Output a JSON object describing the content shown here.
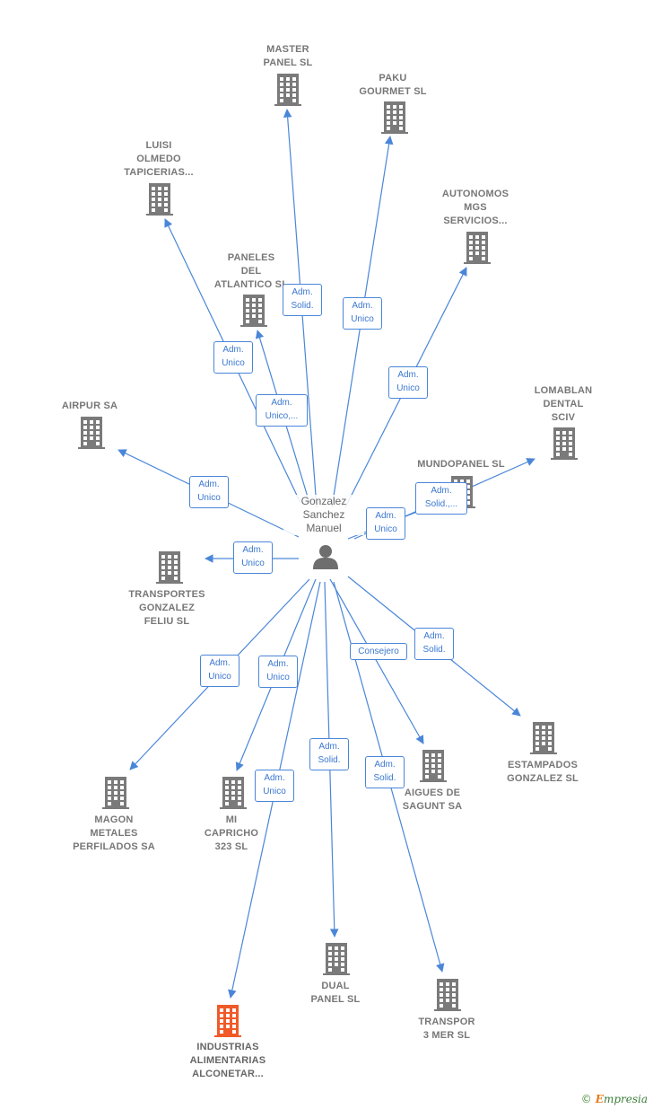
{
  "center": {
    "label": "Gonzalez\nSanchez\nManuel",
    "icon": "person-icon"
  },
  "colors": {
    "edge": "#4a86d8",
    "building": "#7a7a7a",
    "highlight": "#f05a28",
    "label": "#777777"
  },
  "nodes": [
    {
      "id": "master",
      "label": "MASTER\nPANEL SL",
      "highlight": false
    },
    {
      "id": "paku",
      "label": "PAKU\nGOURMET  SL",
      "highlight": false
    },
    {
      "id": "luisi",
      "label": "LUISI\nOLMEDO\nTAPICERIAS...",
      "highlight": false
    },
    {
      "id": "autonomos",
      "label": "AUTONOMOS\nMGS\nSERVICIOS...",
      "highlight": false
    },
    {
      "id": "paneles",
      "label": "PANELES\nDEL\nATLANTICO  SL",
      "highlight": false
    },
    {
      "id": "airpur",
      "label": "AIRPUR SA",
      "highlight": false
    },
    {
      "id": "lomablan",
      "label": "LOMABLAN\nDENTAL\nSCIV",
      "highlight": false
    },
    {
      "id": "mundopanel",
      "label": "MUNDOPANEL SL",
      "highlight": false
    },
    {
      "id": "transportes",
      "label": "TRANSPORTES\nGONZALEZ\nFELIU SL",
      "highlight": false
    },
    {
      "id": "estampados",
      "label": "ESTAMPADOS\nGONZALEZ SL",
      "highlight": false
    },
    {
      "id": "magon",
      "label": "MAGON\nMETALES\nPERFILADOS SA",
      "highlight": false
    },
    {
      "id": "micapricho",
      "label": "MI\nCAPRICHO\n323  SL",
      "highlight": false
    },
    {
      "id": "aigues",
      "label": "AIGUES DE\nSAGUNT SA",
      "highlight": false
    },
    {
      "id": "dual",
      "label": "DUAL\nPANEL SL",
      "highlight": false
    },
    {
      "id": "transpor3",
      "label": "TRANSPOR\n3 MER  SL",
      "highlight": false
    },
    {
      "id": "industrias",
      "label": "INDUSTRIAS\nALIMENTARIAS\nALCONETAR...",
      "highlight": true
    }
  ],
  "edges": [
    {
      "to": "master",
      "role": "Adm.\nSolid."
    },
    {
      "to": "paku",
      "role": "Adm.\nUnico"
    },
    {
      "to": "luisi",
      "role": "Adm.\nUnico"
    },
    {
      "to": "autonomos",
      "role": "Adm.\nUnico"
    },
    {
      "to": "paneles",
      "role": "Adm.\nUnico,..."
    },
    {
      "to": "airpur",
      "role": "Adm.\nUnico"
    },
    {
      "to": "lomablan",
      "role": "Adm.\nSolid.,..."
    },
    {
      "to": "mundopanel",
      "role": "Adm.\nUnico"
    },
    {
      "to": "transportes",
      "role": "Adm.\nUnico"
    },
    {
      "to": "estampados",
      "role": "Adm.\nSolid."
    },
    {
      "to": "magon",
      "role": "Adm.\nUnico"
    },
    {
      "to": "micapricho",
      "role": "Adm.\nUnico"
    },
    {
      "to": "aigues",
      "role": "Consejero"
    },
    {
      "to": "dual",
      "role": "Adm.\nSolid."
    },
    {
      "to": "transpor3",
      "role": "Adm.\nSolid."
    },
    {
      "to": "industrias",
      "role": "Adm.\nUnico"
    }
  ],
  "footer": {
    "copyright": "©",
    "brand_initial": "E",
    "brand_rest": "mpresia"
  }
}
